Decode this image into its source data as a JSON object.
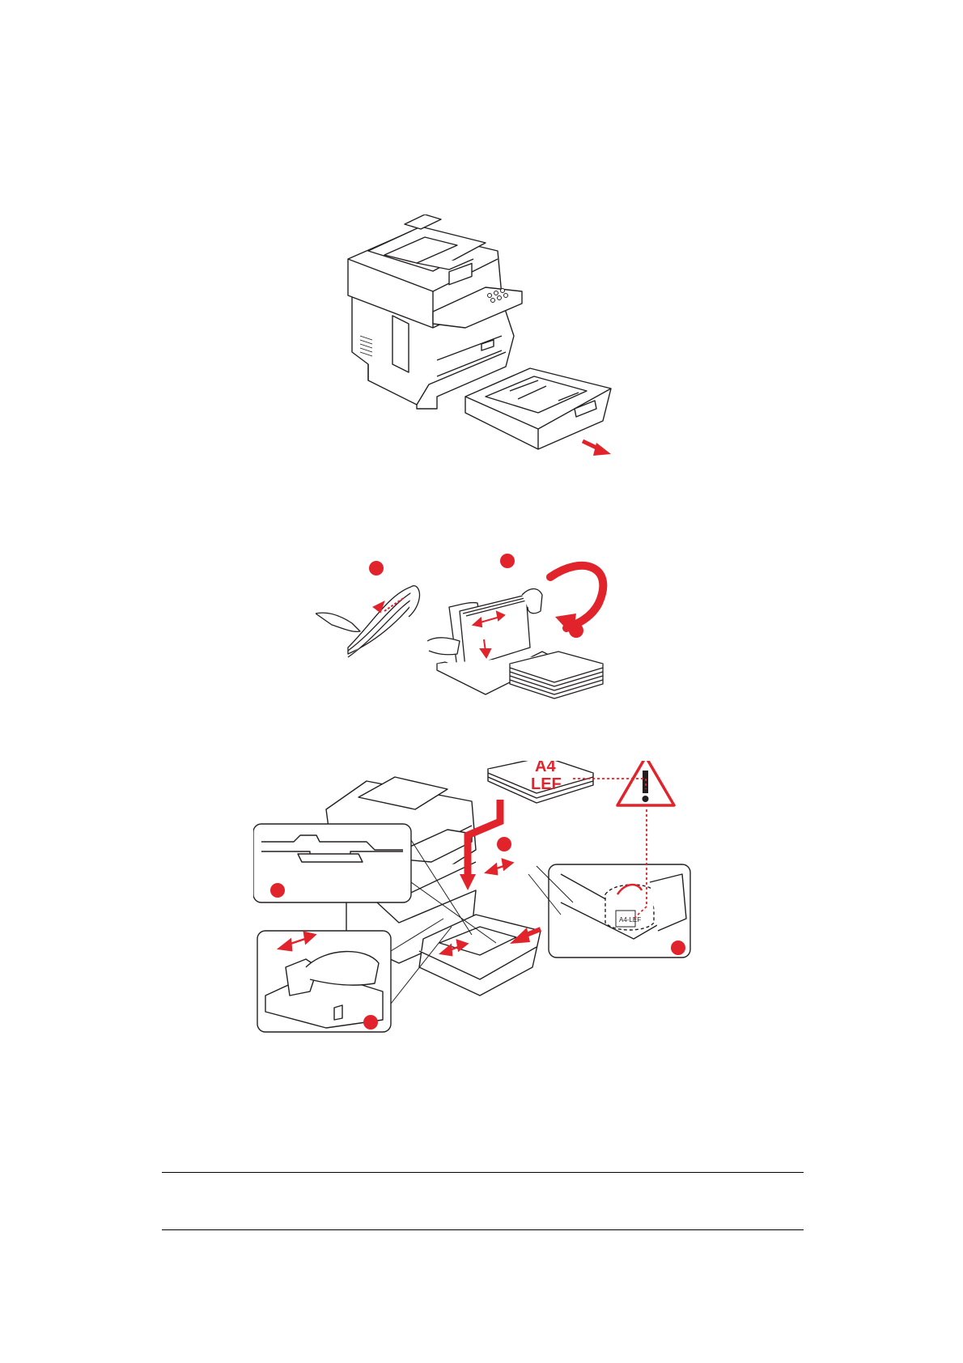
{
  "figures": [
    {
      "name": "remove-paper-tray",
      "description_visible": false
    },
    {
      "name": "prepare-paper-stack",
      "callouts": 3
    },
    {
      "name": "load-paper-tray",
      "callouts": 4
    }
  ],
  "paper_stack_label": {
    "line1": "A4",
    "line2": "LEF"
  },
  "callout_tray_label": "A4-LEF",
  "colors": {
    "accent": "#e1232b",
    "line": "#231f20"
  },
  "icons": [
    "pull-arrow-icon",
    "warning-triangle-icon",
    "push-arrow-icon",
    "curved-arrow-icon"
  ]
}
